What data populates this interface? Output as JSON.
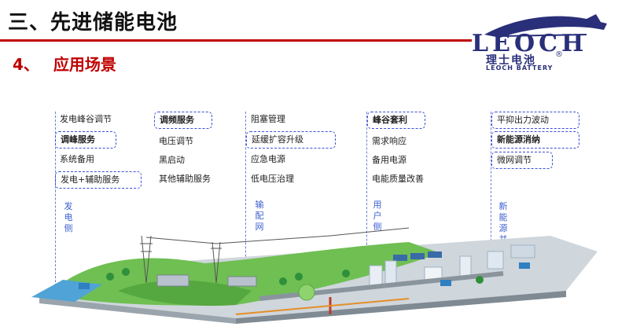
{
  "header": {
    "title": "三、先进储能电池",
    "subtitle_num": "4、",
    "subtitle_text": "应用场景"
  },
  "logo": {
    "wordmark": "LEOCH",
    "chinese": "理士电池",
    "english": "LEOCH BATTERY",
    "registered": "®"
  },
  "columns": [
    {
      "side_label": "发电侧",
      "items": [
        {
          "text": "发电峰谷调节",
          "boxed": false,
          "bold": false
        },
        {
          "text": "调峰服务",
          "boxed": true,
          "bold": true
        },
        {
          "text": "系统备用",
          "boxed": false,
          "bold": false
        },
        {
          "text": "发电+辅助服务",
          "boxed": true,
          "bold": false
        }
      ]
    },
    {
      "side_label": "",
      "items": [
        {
          "text": "调频服务",
          "boxed": true,
          "bold": true
        },
        {
          "text": "电压调节",
          "boxed": false,
          "bold": false
        },
        {
          "text": "黑启动",
          "boxed": false,
          "bold": false
        },
        {
          "text": "其他辅助服务",
          "boxed": false,
          "bold": false
        }
      ]
    },
    {
      "side_label": "输配网",
      "items": [
        {
          "text": "阻塞管理",
          "boxed": false,
          "bold": false
        },
        {
          "text": "延缓扩容升级",
          "boxed": true,
          "bold": false
        },
        {
          "text": "应急电源",
          "boxed": false,
          "bold": false
        },
        {
          "text": "低电压治理",
          "boxed": false,
          "bold": false
        }
      ]
    },
    {
      "side_label": "用户侧",
      "items": [
        {
          "text": "峰谷套利",
          "boxed": true,
          "bold": true
        },
        {
          "text": "需求响应",
          "boxed": false,
          "bold": false
        },
        {
          "text": "备用电源",
          "boxed": false,
          "bold": false
        },
        {
          "text": "电能质量改善",
          "boxed": false,
          "bold": false
        }
      ]
    },
    {
      "side_label": "新能源并网",
      "items": [
        {
          "text": "平抑出力波动",
          "boxed": true,
          "bold": false
        },
        {
          "text": "新能源消纳",
          "boxed": true,
          "bold": true
        },
        {
          "text": "微网调节",
          "boxed": true,
          "bold": false
        }
      ]
    }
  ],
  "colors": {
    "title_underline": "#c00000",
    "subtitle": "#c00000",
    "dashed_box": "#3b4fd8",
    "side_label": "#3a5ed0",
    "logo": "#2a2f7a"
  }
}
